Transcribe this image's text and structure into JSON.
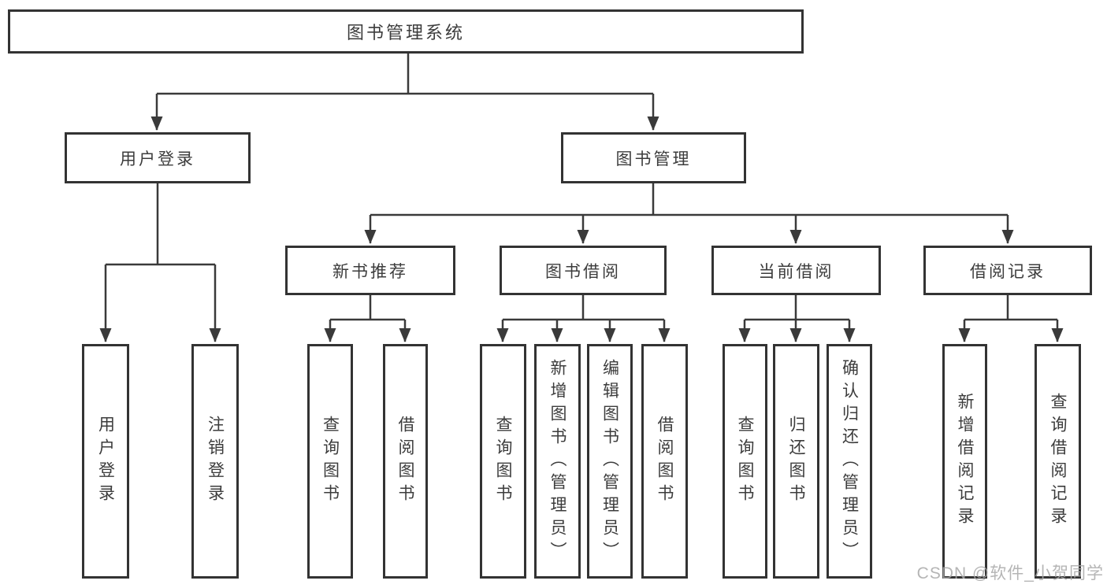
{
  "nodes": {
    "root": "图书管理系统",
    "user_login": "用户登录",
    "book_mgmt": "图书管理",
    "new_book_rec": "新书推荐",
    "book_borrow": "图书借阅",
    "current_borrow": "当前借阅",
    "borrow_records": "借阅记录",
    "leaf_user_login": "用户登录",
    "leaf_logout": "注销登录",
    "leaf_rec_query_books": "查询图书",
    "leaf_rec_borrow_books": "借阅图书",
    "leaf_bb_query_books": "查询图书",
    "leaf_bb_add_books": "新增图书（管理员）",
    "leaf_bb_edit_books": "编辑图书（管理员）",
    "leaf_bb_borrow_books": "借阅图书",
    "leaf_cb_query_books": "查询图书",
    "leaf_cb_return_books": "归还图书",
    "leaf_cb_confirm_return": "确认归还（管理员）",
    "leaf_br_add_record": "新增借阅记录",
    "leaf_br_query_record": "查询借阅记录"
  },
  "watermark": "CSDN @软件_小贺同学",
  "colors": {
    "line": "#3a3a3a",
    "box_border": "#333333",
    "text": "#3c3c3c",
    "background": "#ffffff",
    "watermark": "#a8a8a8"
  }
}
